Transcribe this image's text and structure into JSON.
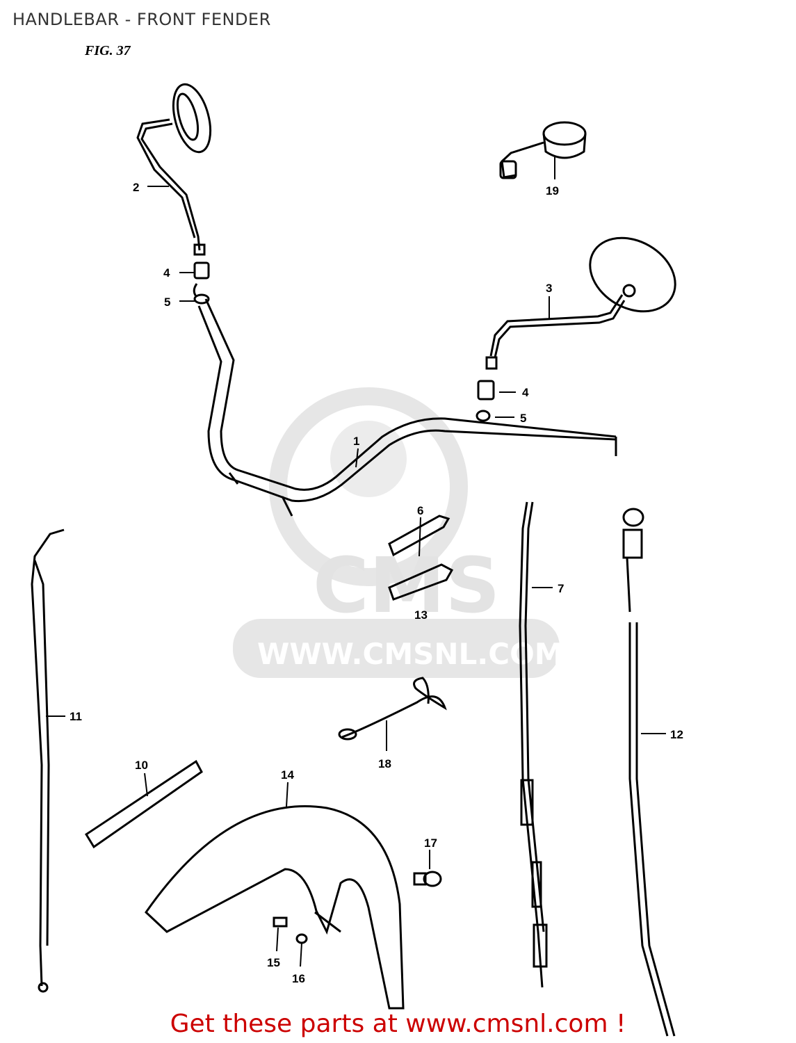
{
  "page": {
    "title": "HANDLEBAR - FRONT FENDER",
    "figure_label": "FIG. 37",
    "footer_link": "Get these parts at www.cmsnl.com !"
  },
  "watermark": {
    "logo_text": "CMS",
    "url_text": "WWW.CMSNL.COM",
    "color": "#e6e6e6"
  },
  "parts": {
    "handlebar": "1",
    "mirror_left": "2",
    "mirror_right": "3",
    "nut_left": "4",
    "washer_left": "5",
    "nut_right": "4",
    "washer_right": "5",
    "clamp_band": "6",
    "clutch_cable": "7",
    "band_10": "10",
    "throttle_cable": "11",
    "choke_cable": "12",
    "fender": "14",
    "bolt": "15",
    "washer": "16",
    "clip": "17",
    "hook_clip": "18",
    "switch": "19",
    "band_13": "13"
  },
  "colors": {
    "line": "#000000",
    "footer_link": "#cc0000"
  }
}
